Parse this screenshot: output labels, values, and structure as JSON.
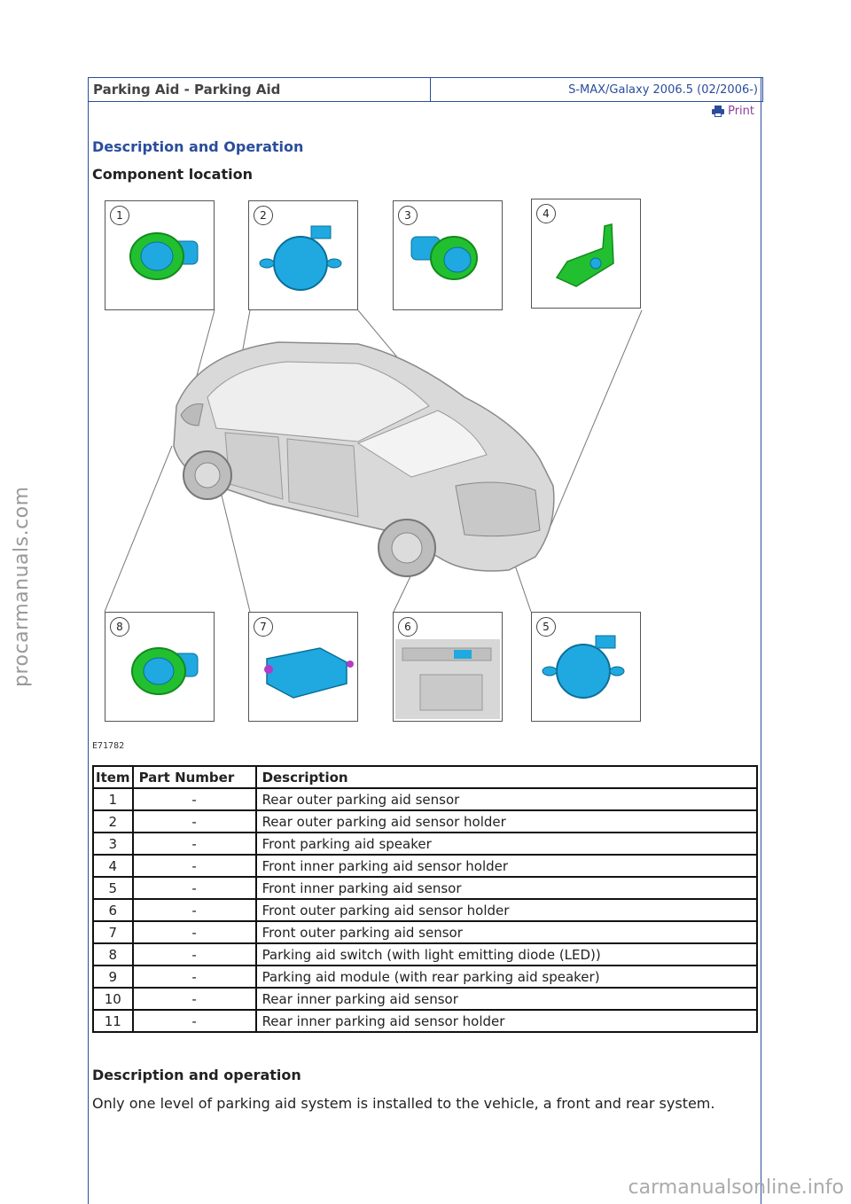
{
  "header": {
    "title": "Parking Aid - Parking Aid",
    "model": "S-MAX/Galaxy 2006.5 (02/2006-)"
  },
  "print_label": "Print",
  "section_title": "Description and Operation",
  "component_title": "Component location",
  "figure": {
    "code": "E71782",
    "callouts": [
      "1",
      "2",
      "3",
      "4",
      "5",
      "6",
      "7",
      "8"
    ]
  },
  "table": {
    "headers": [
      "Item",
      "Part Number",
      "Description"
    ],
    "rows": [
      {
        "item": "1",
        "part": "-",
        "desc": "Rear outer parking aid sensor"
      },
      {
        "item": "2",
        "part": "-",
        "desc": "Rear outer parking aid sensor holder"
      },
      {
        "item": "3",
        "part": "-",
        "desc": "Front parking aid speaker"
      },
      {
        "item": "4",
        "part": "-",
        "desc": "Front inner parking aid sensor holder"
      },
      {
        "item": "5",
        "part": "-",
        "desc": "Front inner parking aid sensor"
      },
      {
        "item": "6",
        "part": "-",
        "desc": "Front outer parking aid sensor holder"
      },
      {
        "item": "7",
        "part": "-",
        "desc": "Front outer parking aid sensor"
      },
      {
        "item": "8",
        "part": "-",
        "desc": "Parking aid switch (with light emitting diode (LED))"
      },
      {
        "item": "9",
        "part": "-",
        "desc": "Parking aid module (with rear parking aid speaker)"
      },
      {
        "item": "10",
        "part": "-",
        "desc": "Rear inner parking aid sensor"
      },
      {
        "item": "11",
        "part": "-",
        "desc": "Rear inner parking aid sensor holder"
      }
    ]
  },
  "desc_title": "Description and operation",
  "desc_text": "Only one level of parking aid system is installed to the vehicle, a front and rear system.",
  "watermark_left": "procarmanuals.com",
  "watermark_bottom": "carmanualsonline.info",
  "colors": {
    "accent": "#2a4d9b",
    "print": "#8b3f9b",
    "part_green": "#22c030",
    "part_blue": "#1fa9e0"
  }
}
